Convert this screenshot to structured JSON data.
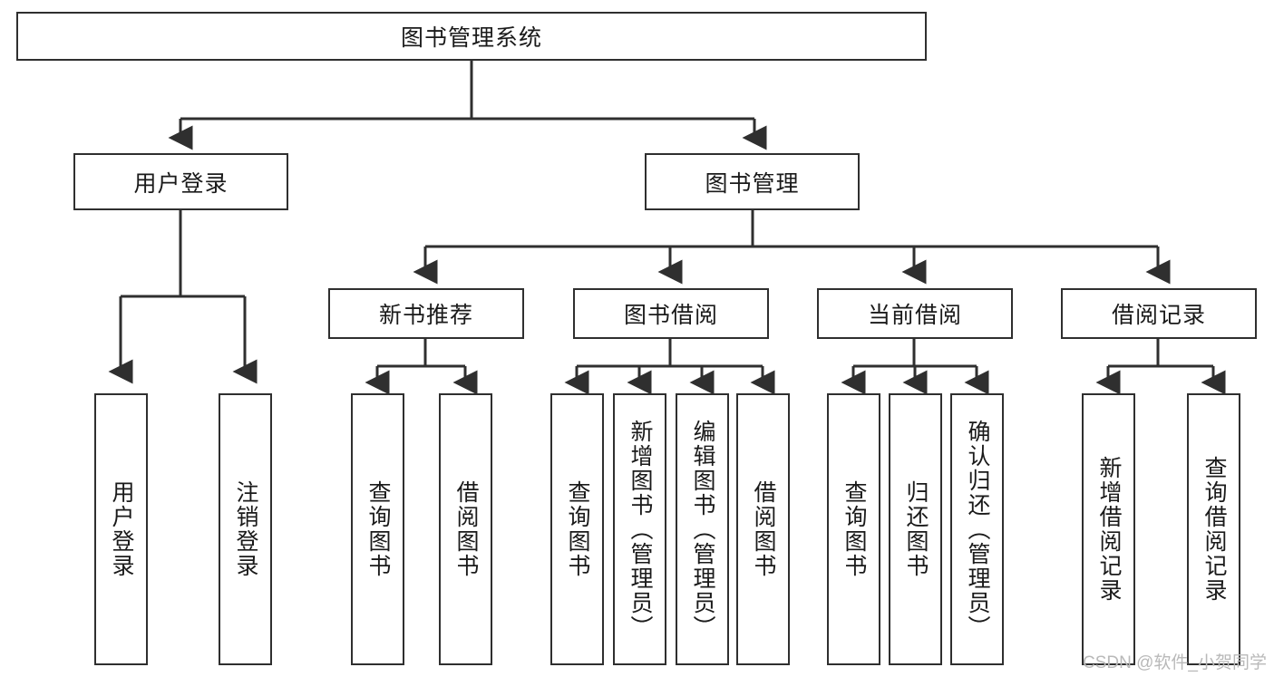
{
  "diagram": {
    "title": "图书管理系统",
    "type": "hierarchy-tree",
    "root": {
      "label": "图书管理系统"
    },
    "level2": [
      {
        "label": "用户登录"
      },
      {
        "label": "图书管理"
      }
    ],
    "level3": [
      {
        "label": "新书推荐"
      },
      {
        "label": "图书借阅"
      },
      {
        "label": "当前借阅"
      },
      {
        "label": "借阅记录"
      }
    ],
    "leaves": {
      "user_login": [
        {
          "label": "用户登录"
        },
        {
          "label": "注销登录"
        }
      ],
      "new_book_recommend": [
        {
          "label": "查询图书"
        },
        {
          "label": "借阅图书"
        }
      ],
      "book_borrow": [
        {
          "label": "查询图书"
        },
        {
          "label": "新增图书（管理员）"
        },
        {
          "label": "编辑图书（管理员）"
        },
        {
          "label": "借阅图书"
        }
      ],
      "current_borrow": [
        {
          "label": "查询图书"
        },
        {
          "label": "归还图书"
        },
        {
          "label": "确认归还（管理员）"
        }
      ],
      "borrow_record": [
        {
          "label": "新增借阅记录"
        },
        {
          "label": "查询借阅记录"
        }
      ]
    }
  },
  "watermark": {
    "text": "CSDN @软件_小贺同学"
  },
  "colors": {
    "border": "#2f2f2f",
    "background": "#ffffff",
    "text": "#1a1a1a",
    "watermark": "#b9b9b9"
  }
}
